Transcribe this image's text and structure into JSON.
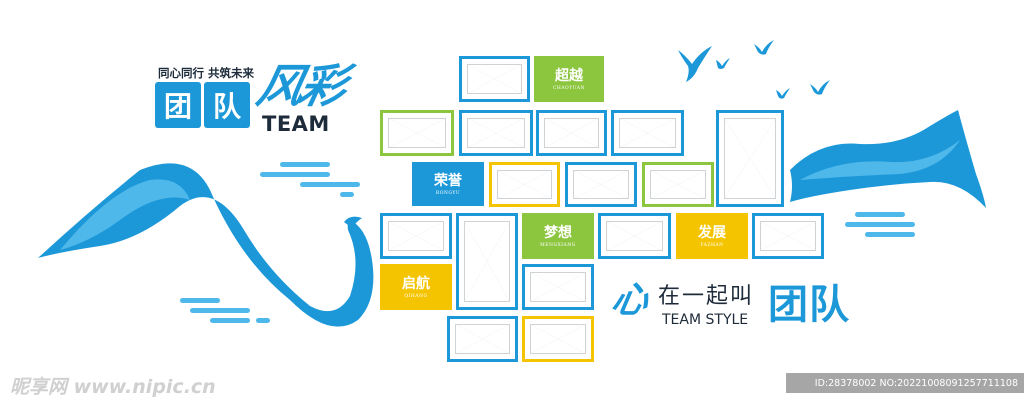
{
  "colors": {
    "blue": "#1c98d9",
    "green": "#8cc63f",
    "yellow": "#f5c400",
    "navy": "#1d2b3a"
  },
  "title": {
    "slogan": "同心同行 共筑未来",
    "team_box_1": "团",
    "team_box_2": "队",
    "fengcai": "风彩",
    "team_en": "TEAM"
  },
  "labels": [
    {
      "cn": "超越",
      "py": "CHAOYUAN"
    },
    {
      "cn": "荣誉",
      "py": "RONGYU"
    },
    {
      "cn": "梦想",
      "py": "MENGXIANG"
    },
    {
      "cn": "发展",
      "py": "FAZHAN"
    },
    {
      "cn": "启航",
      "py": "QIHANG"
    }
  ],
  "bottom_slogan": {
    "xin": "心",
    "text": "在一起叫",
    "en": "TEAM STYLE",
    "tuandui": "团队"
  },
  "watermark": {
    "logo": "昵享网 www.nipic.cn",
    "id": "ID:28378002 NO:20221008091257711108"
  }
}
